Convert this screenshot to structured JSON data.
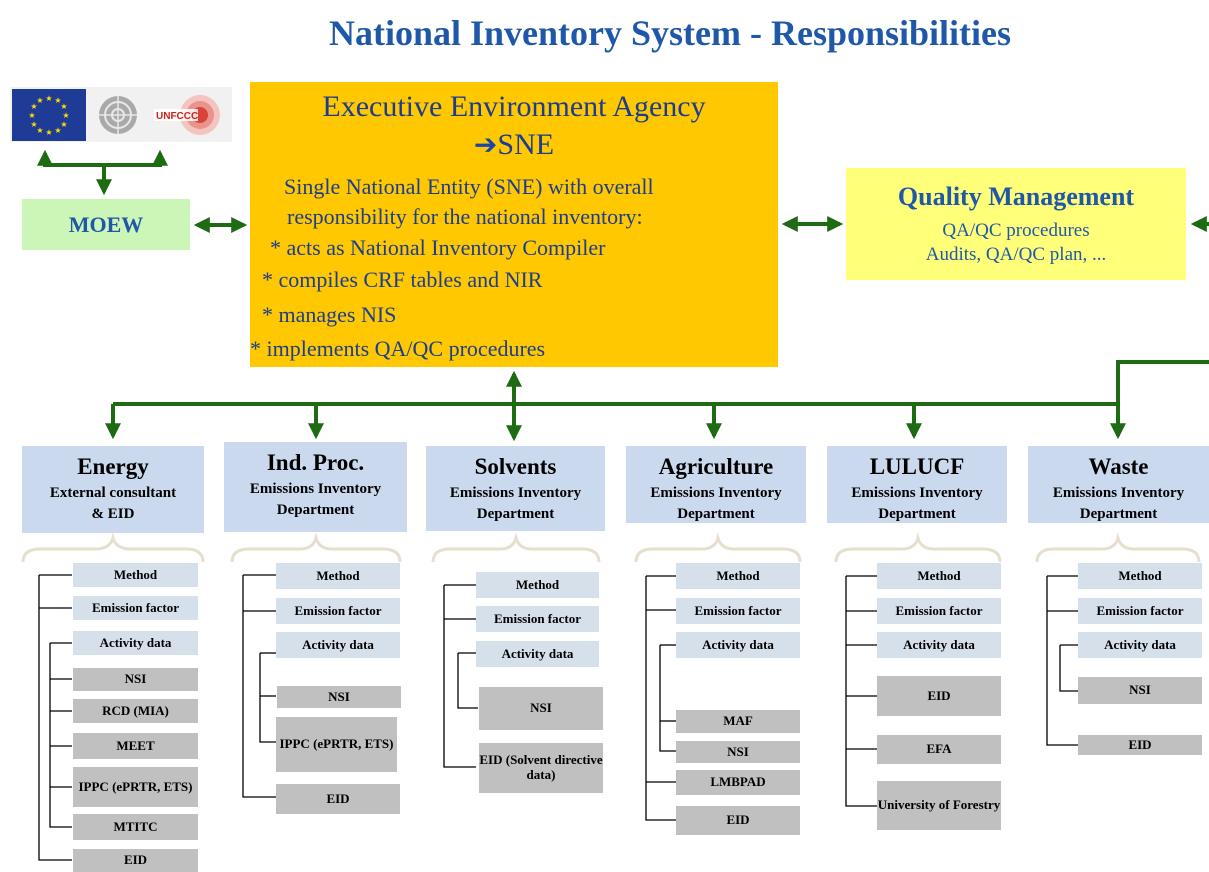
{
  "title": "National Inventory System - Responsibilities",
  "logos": {
    "eu": "EU flag",
    "un": "UN emblem",
    "unfccc": "UNFCCC"
  },
  "moew": "MOEW",
  "agency": {
    "title": "Executive Environment Agency",
    "arrow": "➔",
    "sne": "SNE",
    "lines": [
      "Single National Entity (SNE) with overall",
      "responsibility for the national inventory:",
      "* acts as National Inventory Compiler",
      "* compiles CRF tables and NIR",
      "* manages NIS",
      "* implements QA/QC procedures"
    ]
  },
  "quality": {
    "title": "Quality Management",
    "line1": "QA/QC procedures",
    "line2": "Audits, QA/QC plan, ..."
  },
  "departments": [
    {
      "name": "Energy",
      "sub1": "External consultant",
      "sub2": "& EID",
      "items": [
        "Method",
        "Emission factor",
        "Activity data",
        "NSI",
        "RCD (MIA)",
        "MEET",
        "IPPC (ePRTR, ETS)",
        "MTITC",
        "EID"
      ]
    },
    {
      "name": "Ind. Proc.",
      "sub1": "Emissions Inventory",
      "sub2": "Department",
      "items": [
        "Method",
        "Emission factor",
        "Activity data",
        "NSI",
        "IPPC (ePRTR, ETS)",
        "EID"
      ]
    },
    {
      "name": "Solvents",
      "sub1": "Emissions Inventory",
      "sub2": "Department",
      "items": [
        "Method",
        "Emission factor",
        "Activity data",
        "NSI",
        "EID (Solvent directive data)"
      ]
    },
    {
      "name": "Agriculture",
      "sub1": "Emissions Inventory",
      "sub2": "Department",
      "items": [
        "Method",
        "Emission factor",
        "Activity data",
        "MAF",
        "NSI",
        "LMBPAD",
        "EID"
      ]
    },
    {
      "name": "LULUCF",
      "sub1": "Emissions Inventory",
      "sub2": "Department",
      "items": [
        "Method",
        "Emission factor",
        "Activity data",
        "EID",
        "EFA",
        "University of Forestry"
      ]
    },
    {
      "name": "Waste",
      "sub1": "Emissions Inventory",
      "sub2": "Department",
      "items": [
        "Method",
        "Emission factor",
        "Activity data",
        "NSI",
        "EID"
      ]
    }
  ],
  "colors": {
    "title": "#1f58a8",
    "agency_bg": "#ffc800",
    "quality_bg": "#ffff7a",
    "moew_bg": "#ccf5b8",
    "dept_bg": "#cad9ed",
    "method_bg": "#d6e0ea",
    "source_bg": "#c0c0c0",
    "connector": "#1e6b14"
  }
}
